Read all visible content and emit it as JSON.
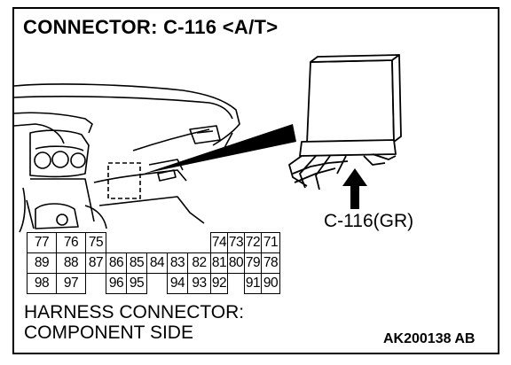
{
  "title": "CONNECTOR: C-116 <A/T>",
  "callout_label": "C-116(GR)",
  "caption": {
    "line1": "HARNESS CONNECTOR:",
    "line2": "COMPONENT SIDE"
  },
  "figure_code": "AK200138 AB",
  "pins": {
    "row1": [
      "77",
      "76",
      "75",
      "74",
      "73",
      "72",
      "71"
    ],
    "row2": [
      "89",
      "88",
      "87",
      "86",
      "85",
      "84",
      "83",
      "82",
      "81",
      "80",
      "79",
      "78"
    ],
    "row3": [
      "98",
      "97",
      "96",
      "95",
      "94",
      "93",
      "92",
      "91",
      "90"
    ]
  }
}
